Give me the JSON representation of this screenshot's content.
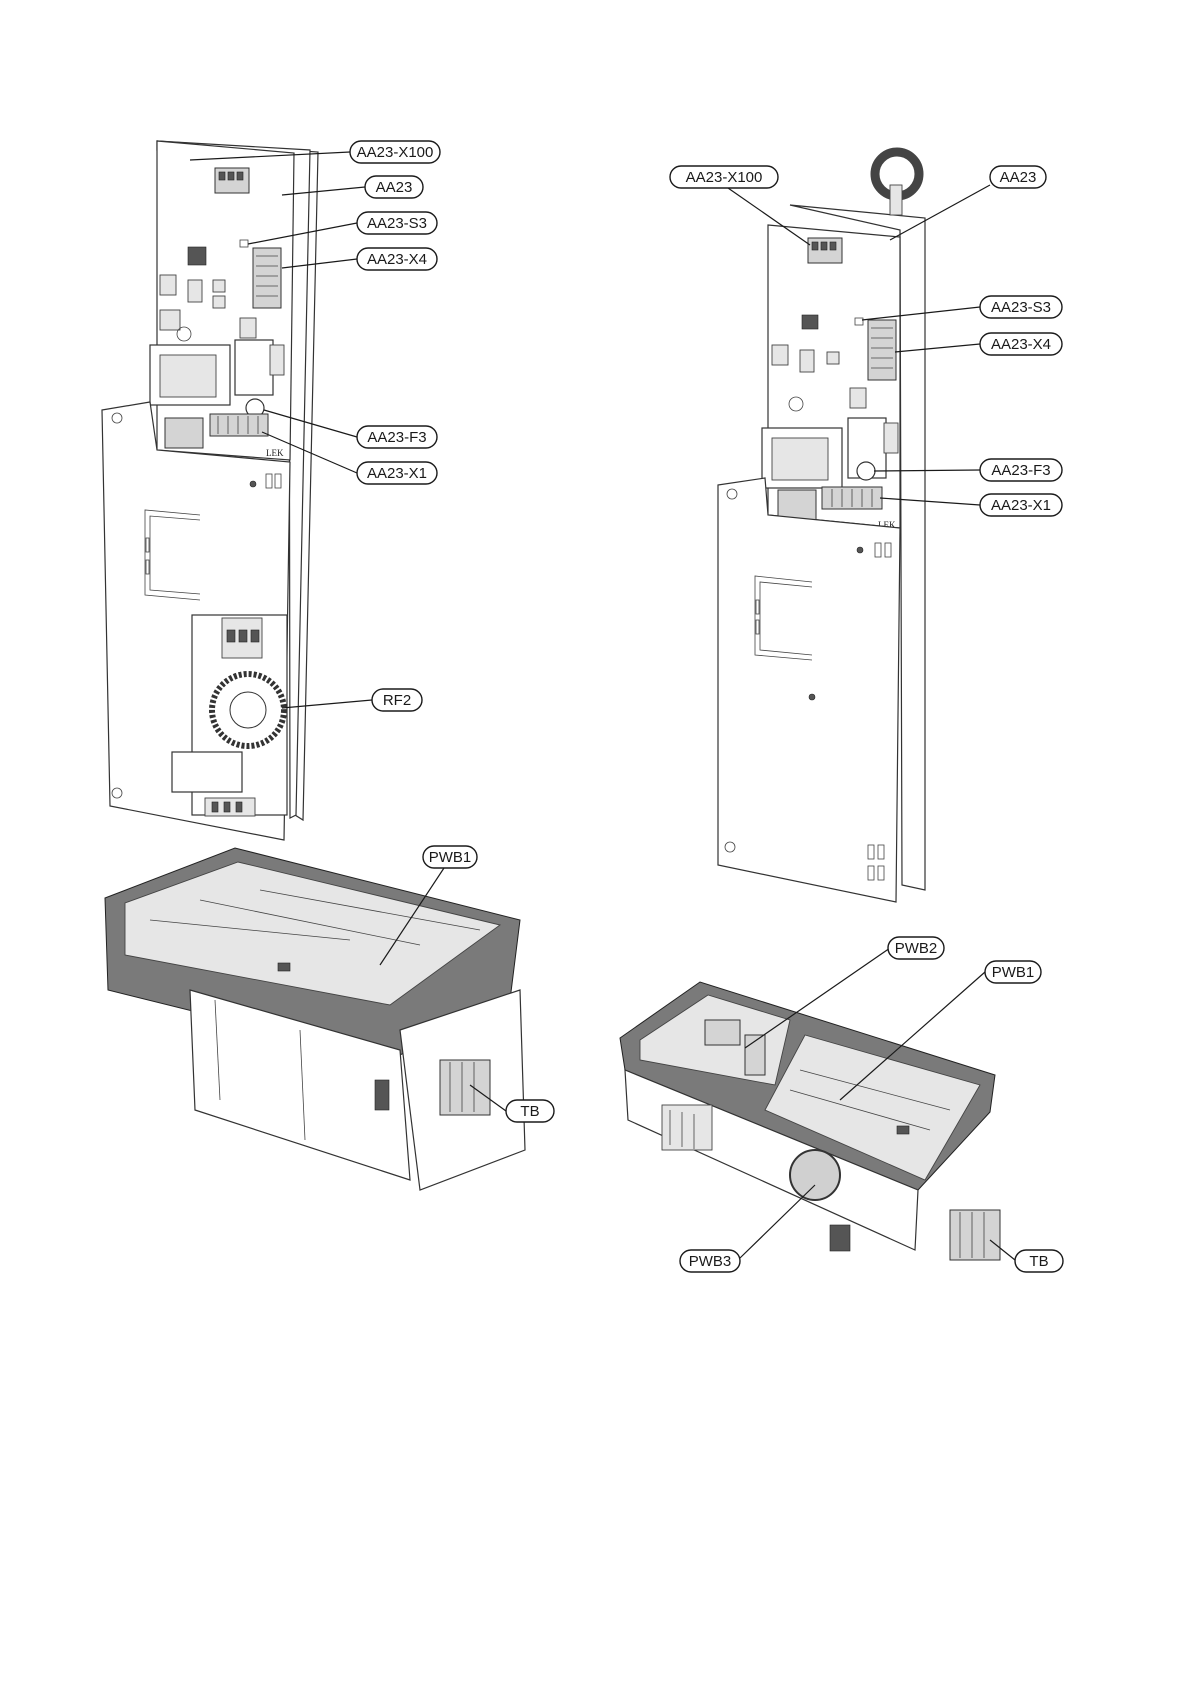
{
  "callouts_left": {
    "aa23_x100": "AA23-X100",
    "aa23": "AA23",
    "aa23_s3": "AA23-S3",
    "aa23_x4": "AA23-X4",
    "aa23_f3": "AA23-F3",
    "aa23_x1": "AA23-X1",
    "rf2": "RF2",
    "pwb1": "PWB1",
    "tb": "TB"
  },
  "callouts_right": {
    "aa23_x100": "AA23-X100",
    "aa23": "AA23",
    "aa23_s3": "AA23-S3",
    "aa23_x4": "AA23-X4",
    "aa23_f3": "AA23-F3",
    "aa23_x1": "AA23-X1",
    "pwb2": "PWB2",
    "pwb1": "PWB1",
    "pwb3": "PWB3",
    "tb": "TB"
  },
  "board_marks": {
    "left": "LEK",
    "right": "LEK"
  }
}
